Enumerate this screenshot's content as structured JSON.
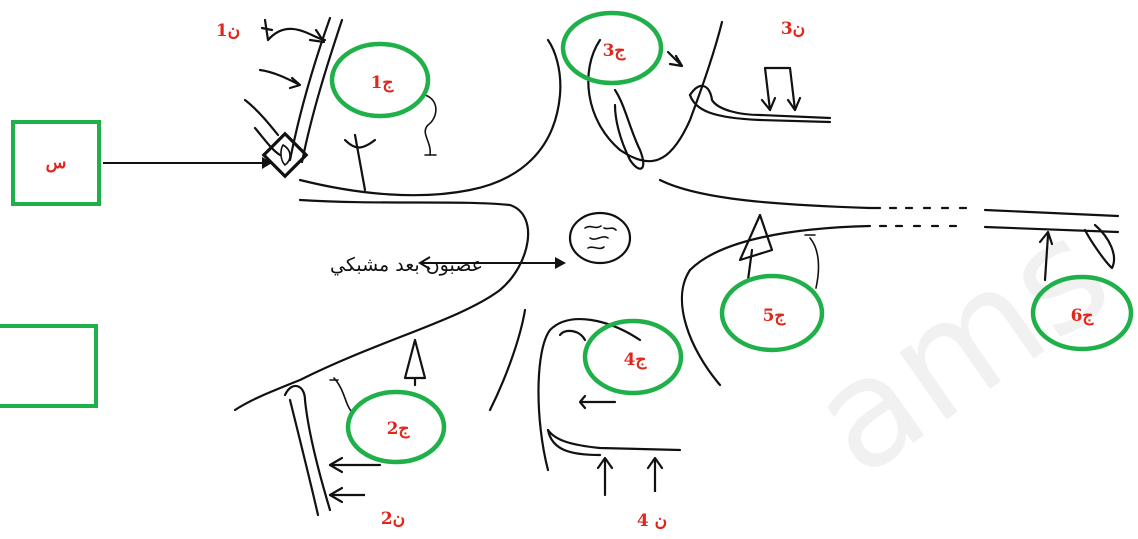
{
  "diagram": {
    "x_box_label": "س",
    "caption": "عصبون بعد مشبكي",
    "neuron_labels": {
      "n1": "ن1",
      "n2": "ن2",
      "n3": "ن3",
      "n4": "ن 4"
    },
    "synapse_labels": {
      "j1": "ج1",
      "j2": "ج2",
      "j3": "ج3",
      "j4": "ج4",
      "j5": "ج5",
      "j6": "ج6"
    },
    "colors": {
      "label_red": "#e0271c",
      "circle_green": "#1fb04a",
      "ink": "#111111"
    }
  }
}
